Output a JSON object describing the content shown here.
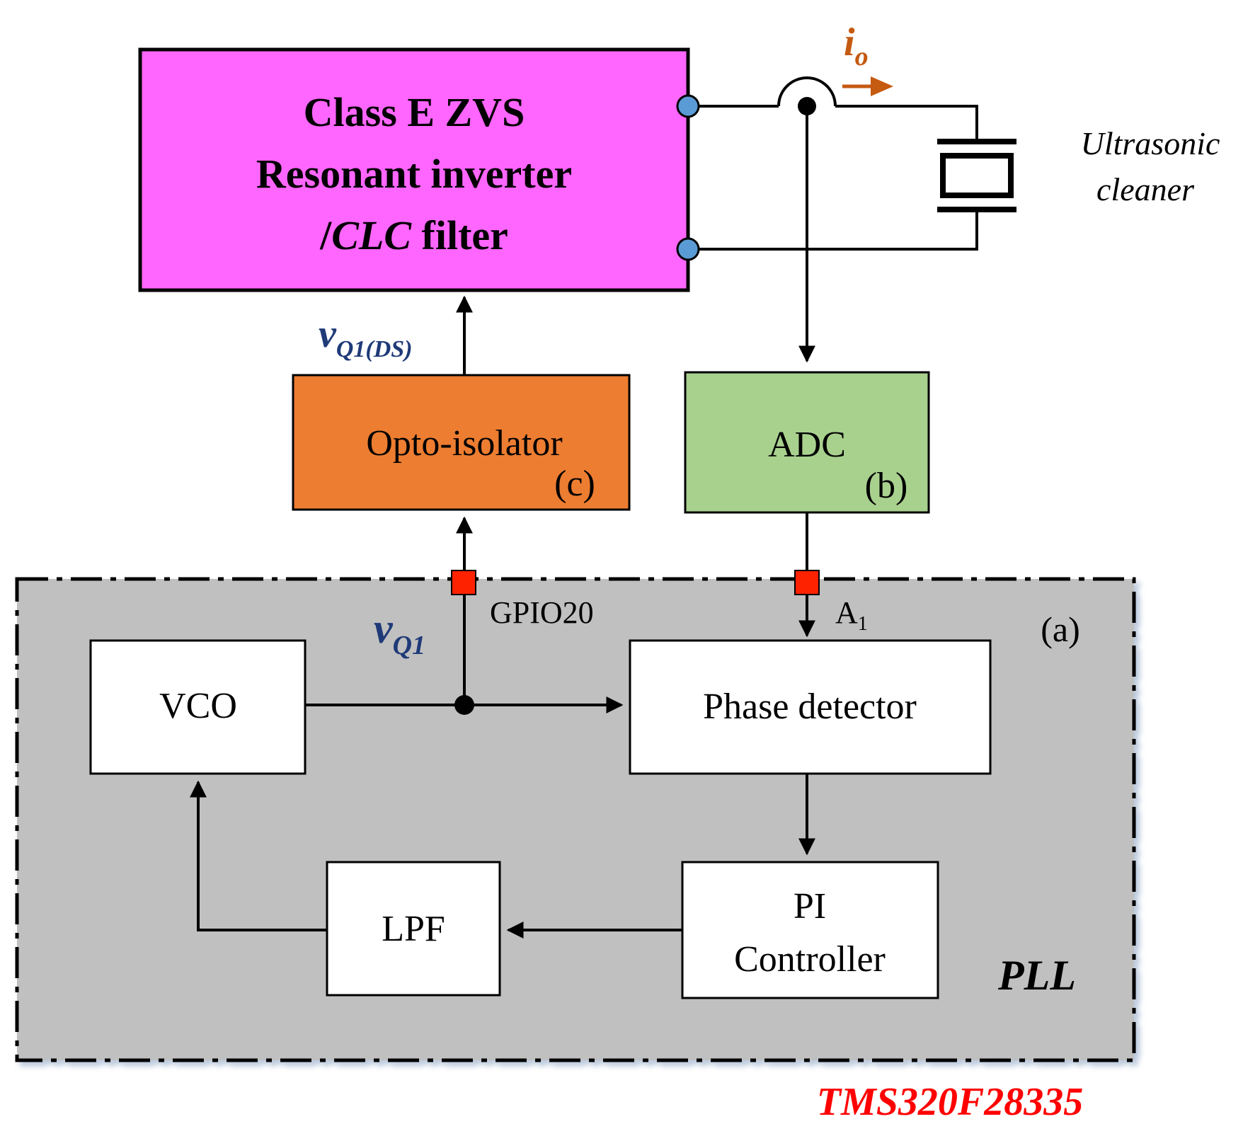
{
  "inverter": {
    "line1": "Class E ZVS",
    "line2": "Resonant inverter",
    "line3_slash": "/",
    "line3_italic": "CLC",
    "line3_rest": " filter"
  },
  "output_current": {
    "base": "i",
    "sub": "o"
  },
  "load": {
    "line1": "Ultrasonic",
    "line2": "cleaner"
  },
  "vq1ds": {
    "base": "v",
    "sub": "Q1(DS)"
  },
  "opto": {
    "label": "Opto-isolator",
    "tag": "(c)"
  },
  "adc": {
    "label": "ADC",
    "tag": "(b)"
  },
  "dsp": {
    "tag": "(a)",
    "pll_label": "PLL",
    "chip": "TMS320F28335",
    "gpio": "GPIO20",
    "adc_pin": {
      "base": "A",
      "sub": "1"
    },
    "vq1": {
      "base": "v",
      "sub": "Q1"
    }
  },
  "vco": {
    "label": "VCO"
  },
  "phase_detector": {
    "label": "Phase detector"
  },
  "pi": {
    "line1": "PI",
    "line2": "Controller"
  },
  "lpf": {
    "label": "LPF"
  },
  "colors": {
    "inverter_fill": "#ff66ff",
    "opto_fill": "#ed7d31",
    "adc_fill": "#a9d18e",
    "dsp_fill": "#c0c0c0",
    "terminal_fill": "#5b9bd5",
    "pin_fill": "#ff2200",
    "current_arrow": "#c55a11",
    "signal_label": "#1f3a78",
    "chip_label": "#ff0000"
  }
}
